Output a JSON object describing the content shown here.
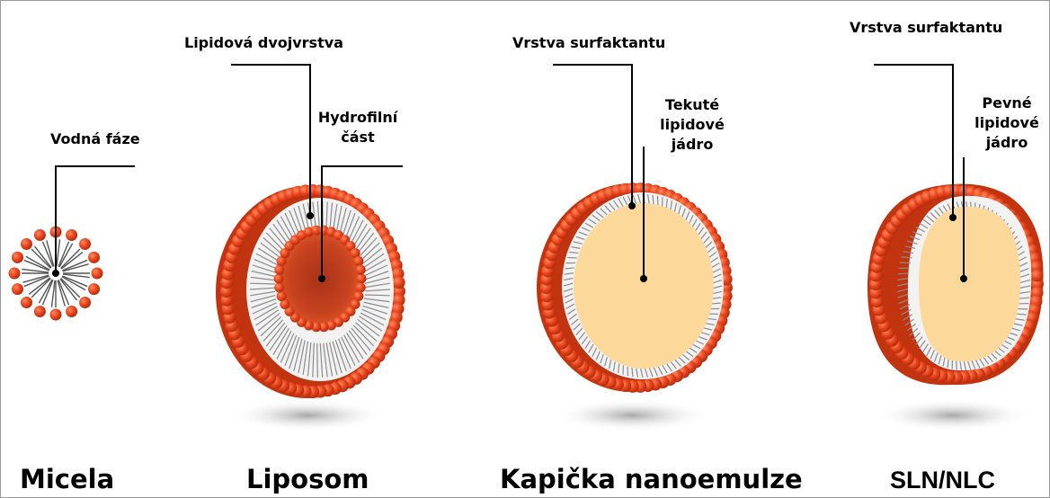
{
  "structures": [
    {
      "title": "Micela",
      "labels": [
        "Vodná fáze"
      ]
    },
    {
      "title": "Liposom",
      "labels": [
        "Lipidová dvojvrstva",
        "Hydrofilní část"
      ]
    },
    {
      "title": "Kapička nanoemulze",
      "labels": [
        "Vrstva surfaktantu",
        "Tekuté lipidové jádro"
      ]
    },
    {
      "title": "SLN/NLC",
      "labels": [
        "Vrstva surfaktantu",
        "Pevné lipidové jádro"
      ]
    }
  ],
  "colors": {
    "headgroup": "#e8421c",
    "headgroup_dark": "#c2330f",
    "tail": "#8c8c8c",
    "liquid_core": "#fcd99a",
    "solid_core": "#fcd99a",
    "hydrophilic_core": "#c8401c",
    "shadow": "#bdbdbd",
    "leader_line": "#000000"
  }
}
